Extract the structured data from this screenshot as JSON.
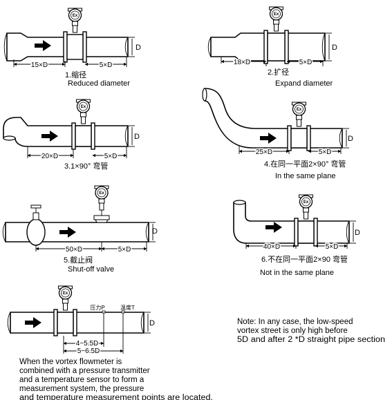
{
  "meter_badge": "Ex",
  "pipe_diameter_label": "D",
  "diagrams": [
    {
      "id": "d1",
      "caption_cn": "1.缩径",
      "caption_en": "Reduced diameter",
      "upstream": "15×D",
      "downstream": "5×D"
    },
    {
      "id": "d2",
      "caption_cn": "2.扩径",
      "caption_en": "Expand diameter",
      "upstream": "18×D",
      "downstream": "5×D"
    },
    {
      "id": "d3",
      "caption_cn": "3.1×90°    弯管",
      "caption_en": "",
      "upstream": "20×D",
      "downstream": "5×D"
    },
    {
      "id": "d4",
      "caption_cn": "4.在同一平面2×90°    弯管",
      "caption_en": "In the same plane",
      "upstream": "25×D",
      "downstream": "5×D"
    },
    {
      "id": "d5",
      "caption_cn": "5.截止阀",
      "caption_en": "Shut-off valve",
      "upstream": "50×D",
      "downstream": "5×D"
    },
    {
      "id": "d6",
      "caption_cn": "6.不在同一平面2×90  弯管",
      "caption_en": "Not in the same plane",
      "upstream": "40×D",
      "downstream": "5×D"
    },
    {
      "id": "d7",
      "caption_cn": "",
      "caption_en": "",
      "upstream": "4~5.5D",
      "downstream": "5~6.5D"
    }
  ],
  "d7_pressure_label": "压力P",
  "d7_temperature_label": "温度T",
  "bottom_text": [
    "When the vortex flowmeter is",
    "combined with a pressure transmitter",
    "and a temperature sensor to form a",
    "measurement system, the pressure",
    "and temperature measurement points are located."
  ],
  "note_text": [
    "Note: In any case, the low-speed",
    "vortex street is only high before",
    "5D and after 2 *D straight pipe section"
  ]
}
